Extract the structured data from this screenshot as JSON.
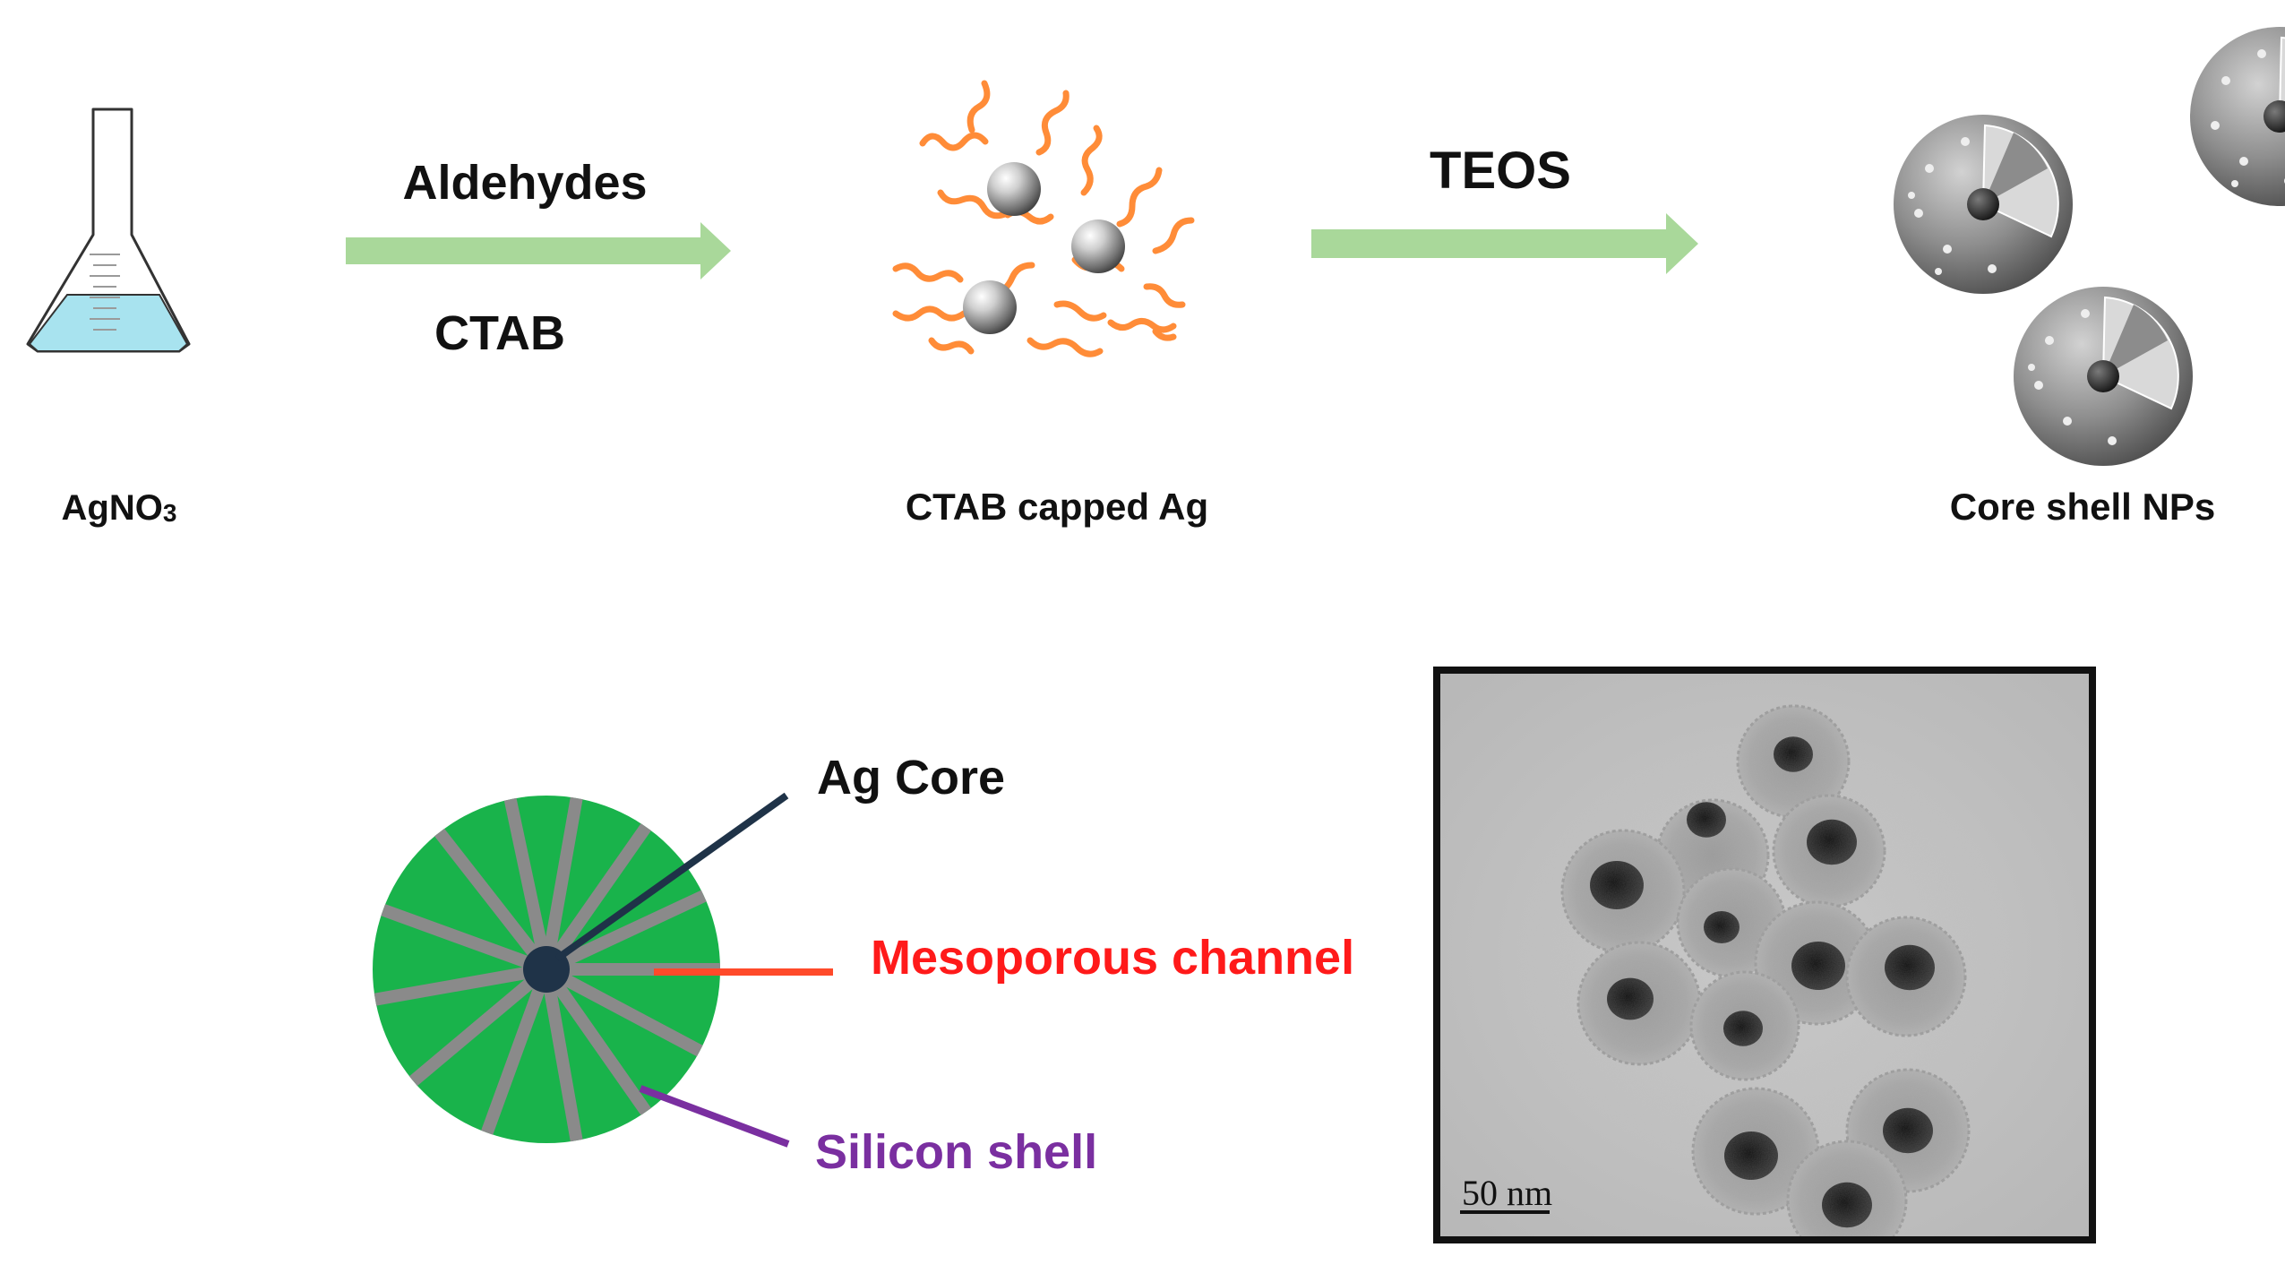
{
  "scheme": {
    "step1_reagents": {
      "top": "Aldehydes",
      "bottom": "CTAB"
    },
    "step2_reagent": "TEOS",
    "labels": {
      "start_main": "AgNO",
      "start_sub": "3",
      "middle": "CTAB capped Ag",
      "end": "Core shell NPs"
    }
  },
  "structure": {
    "ag_core": "Ag Core",
    "mesoporous_channel": "Mesoporous channel",
    "silicon_shell": "Silicon shell"
  },
  "tem": {
    "scale_bar": "50 nm"
  },
  "colors": {
    "arrow": "#a9d89a",
    "liquid": "#a8e3ef",
    "ctab_chain": "#ff8c38",
    "shell_green": "#19b34b",
    "channel_gray": "#8a8a8a",
    "core_navy": "#1f3348",
    "label_channel": "#ff1a1a",
    "label_shell": "#7a2fa0",
    "line_channel": "#ff4a2a",
    "line_shell": "#7a2fa0"
  }
}
